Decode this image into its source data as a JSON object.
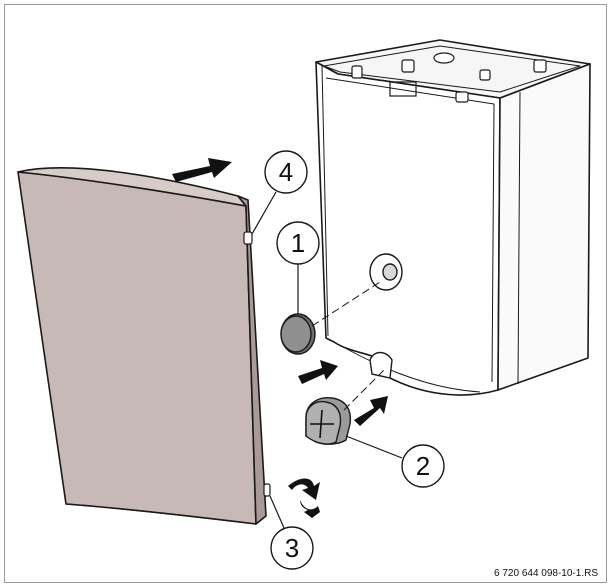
{
  "figure": {
    "callouts": {
      "c1": "1",
      "c2": "2",
      "c3": "3",
      "c4": "4"
    },
    "code": "6 720 644 098-10-1.RS"
  },
  "colors": {
    "panel_fill": "#c7b9b5",
    "cap_fill": "#8f8f8f",
    "cap_light": "#e0e0e0",
    "line": "#1a1a1a",
    "frame": "#9a9a9a",
    "background": "#ffffff"
  }
}
